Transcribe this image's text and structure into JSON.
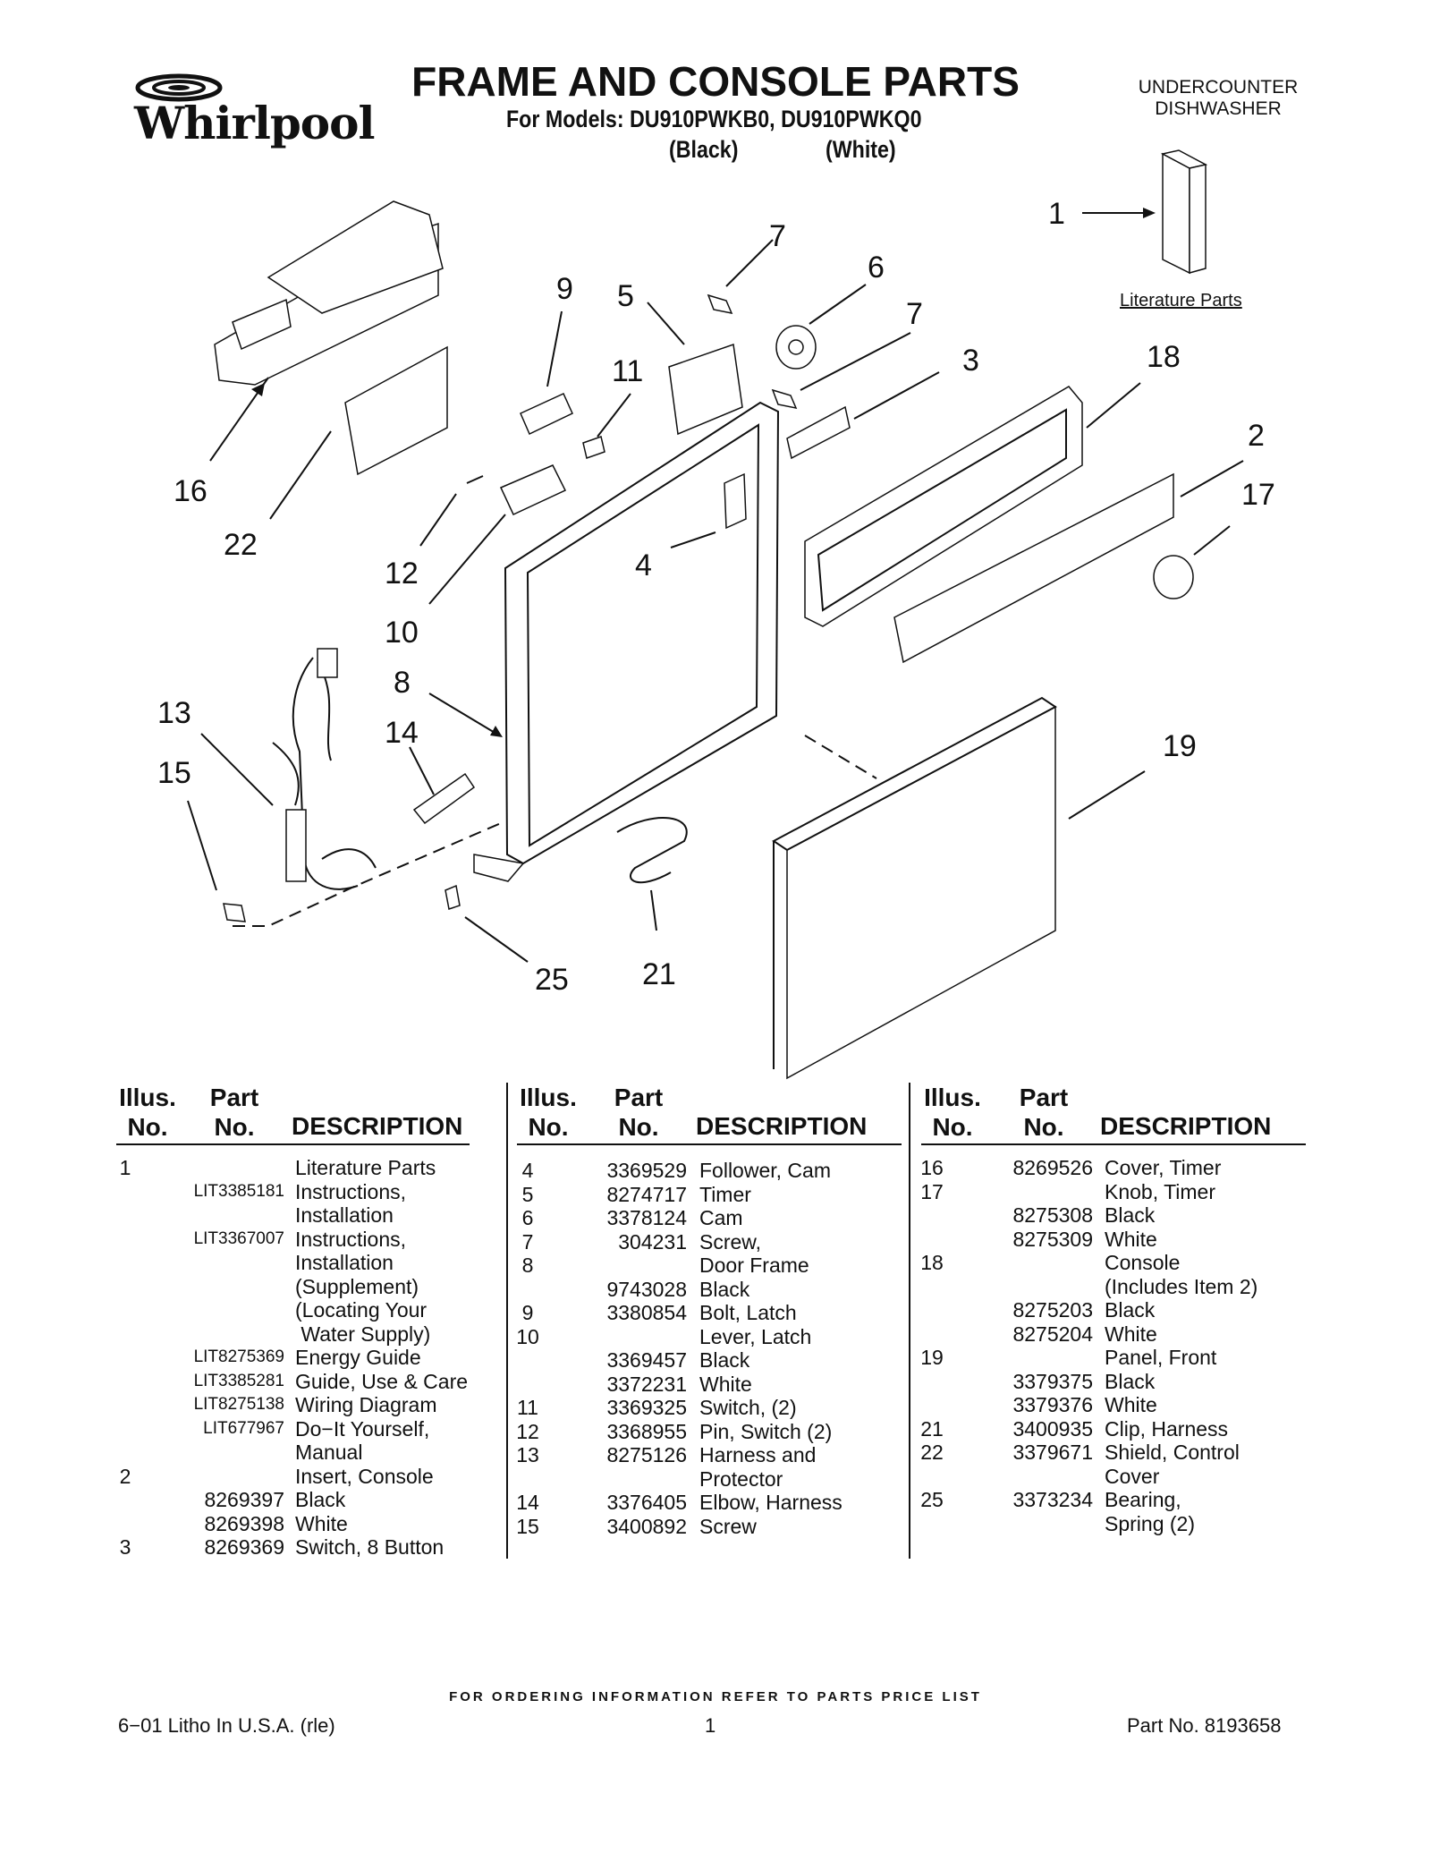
{
  "brand": "Whirlpool",
  "title": "FRAME AND CONSOLE PARTS",
  "models_line": "For Models: DU910PWKB0, DU910PWKQ0",
  "variant_black": "(Black)",
  "variant_white": "(White)",
  "corner_top": "UNDERCOUNTER",
  "corner_bottom": "DISHWASHER",
  "literature_label": "Literature Parts",
  "callouts": {
    "c1": "1",
    "c2": "2",
    "c3": "3",
    "c4": "4",
    "c5": "5",
    "c6": "6",
    "c7a": "7",
    "c7b": "7",
    "c8": "8",
    "c9": "9",
    "c10": "10",
    "c11": "11",
    "c12": "12",
    "c13": "13",
    "c14": "14",
    "c15": "15",
    "c16": "16",
    "c17": "17",
    "c18": "18",
    "c19": "19",
    "c21": "21",
    "c22": "22",
    "c25": "25"
  },
  "table_headers": {
    "illus": "Illus.",
    "part": "Part",
    "no": "No.",
    "desc": "DESCRIPTION"
  },
  "columns": [
    [
      {
        "illus": "1",
        "part": "",
        "desc": "Literature Parts"
      },
      {
        "illus": "",
        "part": "LIT3385181",
        "desc": "Instructions,"
      },
      {
        "illus": "",
        "part": "",
        "desc": "Installation"
      },
      {
        "illus": "",
        "part": "LIT3367007",
        "desc": "Instructions,"
      },
      {
        "illus": "",
        "part": "",
        "desc": "Installation"
      },
      {
        "illus": "",
        "part": "",
        "desc": "(Supplement)"
      },
      {
        "illus": "",
        "part": "",
        "desc": "(Locating Your"
      },
      {
        "illus": "",
        "part": "",
        "desc": " Water Supply)"
      },
      {
        "illus": "",
        "part": "LIT8275369",
        "desc": "Energy Guide"
      },
      {
        "illus": "",
        "part": "LIT3385281",
        "desc": "Guide, Use & Care"
      },
      {
        "illus": "",
        "part": "LIT8275138",
        "desc": "Wiring Diagram"
      },
      {
        "illus": "",
        "part": "LIT677967",
        "desc": "Do−It Yourself,"
      },
      {
        "illus": "",
        "part": "",
        "desc": "Manual"
      },
      {
        "illus": "2",
        "part": "",
        "desc": "Insert, Console"
      },
      {
        "illus": "",
        "part": "8269397",
        "desc": "Black"
      },
      {
        "illus": "",
        "part": "8269398",
        "desc": "White"
      },
      {
        "illus": "3",
        "part": "8269369",
        "desc": "Switch, 8 Button"
      }
    ],
    [
      {
        "illus": "4",
        "part": "3369529",
        "desc": "Follower, Cam"
      },
      {
        "illus": "5",
        "part": "8274717",
        "desc": "Timer"
      },
      {
        "illus": "6",
        "part": "3378124",
        "desc": "Cam"
      },
      {
        "illus": "7",
        "part": "304231",
        "desc": "Screw,"
      },
      {
        "illus": "8",
        "part": "",
        "desc": "Door Frame"
      },
      {
        "illus": "",
        "part": "9743028",
        "desc": "Black"
      },
      {
        "illus": "9",
        "part": "3380854",
        "desc": "Bolt, Latch"
      },
      {
        "illus": "10",
        "part": "",
        "desc": "Lever, Latch"
      },
      {
        "illus": "",
        "part": "3369457",
        "desc": "Black"
      },
      {
        "illus": "",
        "part": "3372231",
        "desc": "White"
      },
      {
        "illus": "11",
        "part": "3369325",
        "desc": "Switch, (2)"
      },
      {
        "illus": "12",
        "part": "3368955",
        "desc": "Pin, Switch (2)"
      },
      {
        "illus": "13",
        "part": "8275126",
        "desc": "Harness and"
      },
      {
        "illus": "",
        "part": "",
        "desc": "Protector"
      },
      {
        "illus": "14",
        "part": "3376405",
        "desc": "Elbow, Harness"
      },
      {
        "illus": "15",
        "part": "3400892",
        "desc": "Screw"
      }
    ],
    [
      {
        "illus": "16",
        "part": "8269526",
        "desc": "Cover, Timer"
      },
      {
        "illus": "17",
        "part": "",
        "desc": "Knob, Timer"
      },
      {
        "illus": "",
        "part": "8275308",
        "desc": "Black"
      },
      {
        "illus": "",
        "part": "8275309",
        "desc": "White"
      },
      {
        "illus": "18",
        "part": "",
        "desc": "Console"
      },
      {
        "illus": "",
        "part": "",
        "desc": "(Includes Item 2)"
      },
      {
        "illus": "",
        "part": "8275203",
        "desc": "Black"
      },
      {
        "illus": "",
        "part": "8275204",
        "desc": "White"
      },
      {
        "illus": "19",
        "part": "",
        "desc": "Panel, Front"
      },
      {
        "illus": "",
        "part": "3379375",
        "desc": "Black"
      },
      {
        "illus": "",
        "part": "3379376",
        "desc": "White"
      },
      {
        "illus": "21",
        "part": "3400935",
        "desc": "Clip, Harness"
      },
      {
        "illus": "22",
        "part": "3379671",
        "desc": "Shield, Control"
      },
      {
        "illus": "",
        "part": "",
        "desc": "Cover"
      },
      {
        "illus": "25",
        "part": "3373234",
        "desc": "Bearing,"
      },
      {
        "illus": "",
        "part": "",
        "desc": "Spring (2)"
      }
    ]
  ],
  "ordering_note": "FOR ORDERING INFORMATION REFER TO PARTS PRICE LIST",
  "footer_left": "6−01 Litho In U.S.A. (rle)",
  "footer_page": "1",
  "footer_right": "Part No. 8193658"
}
